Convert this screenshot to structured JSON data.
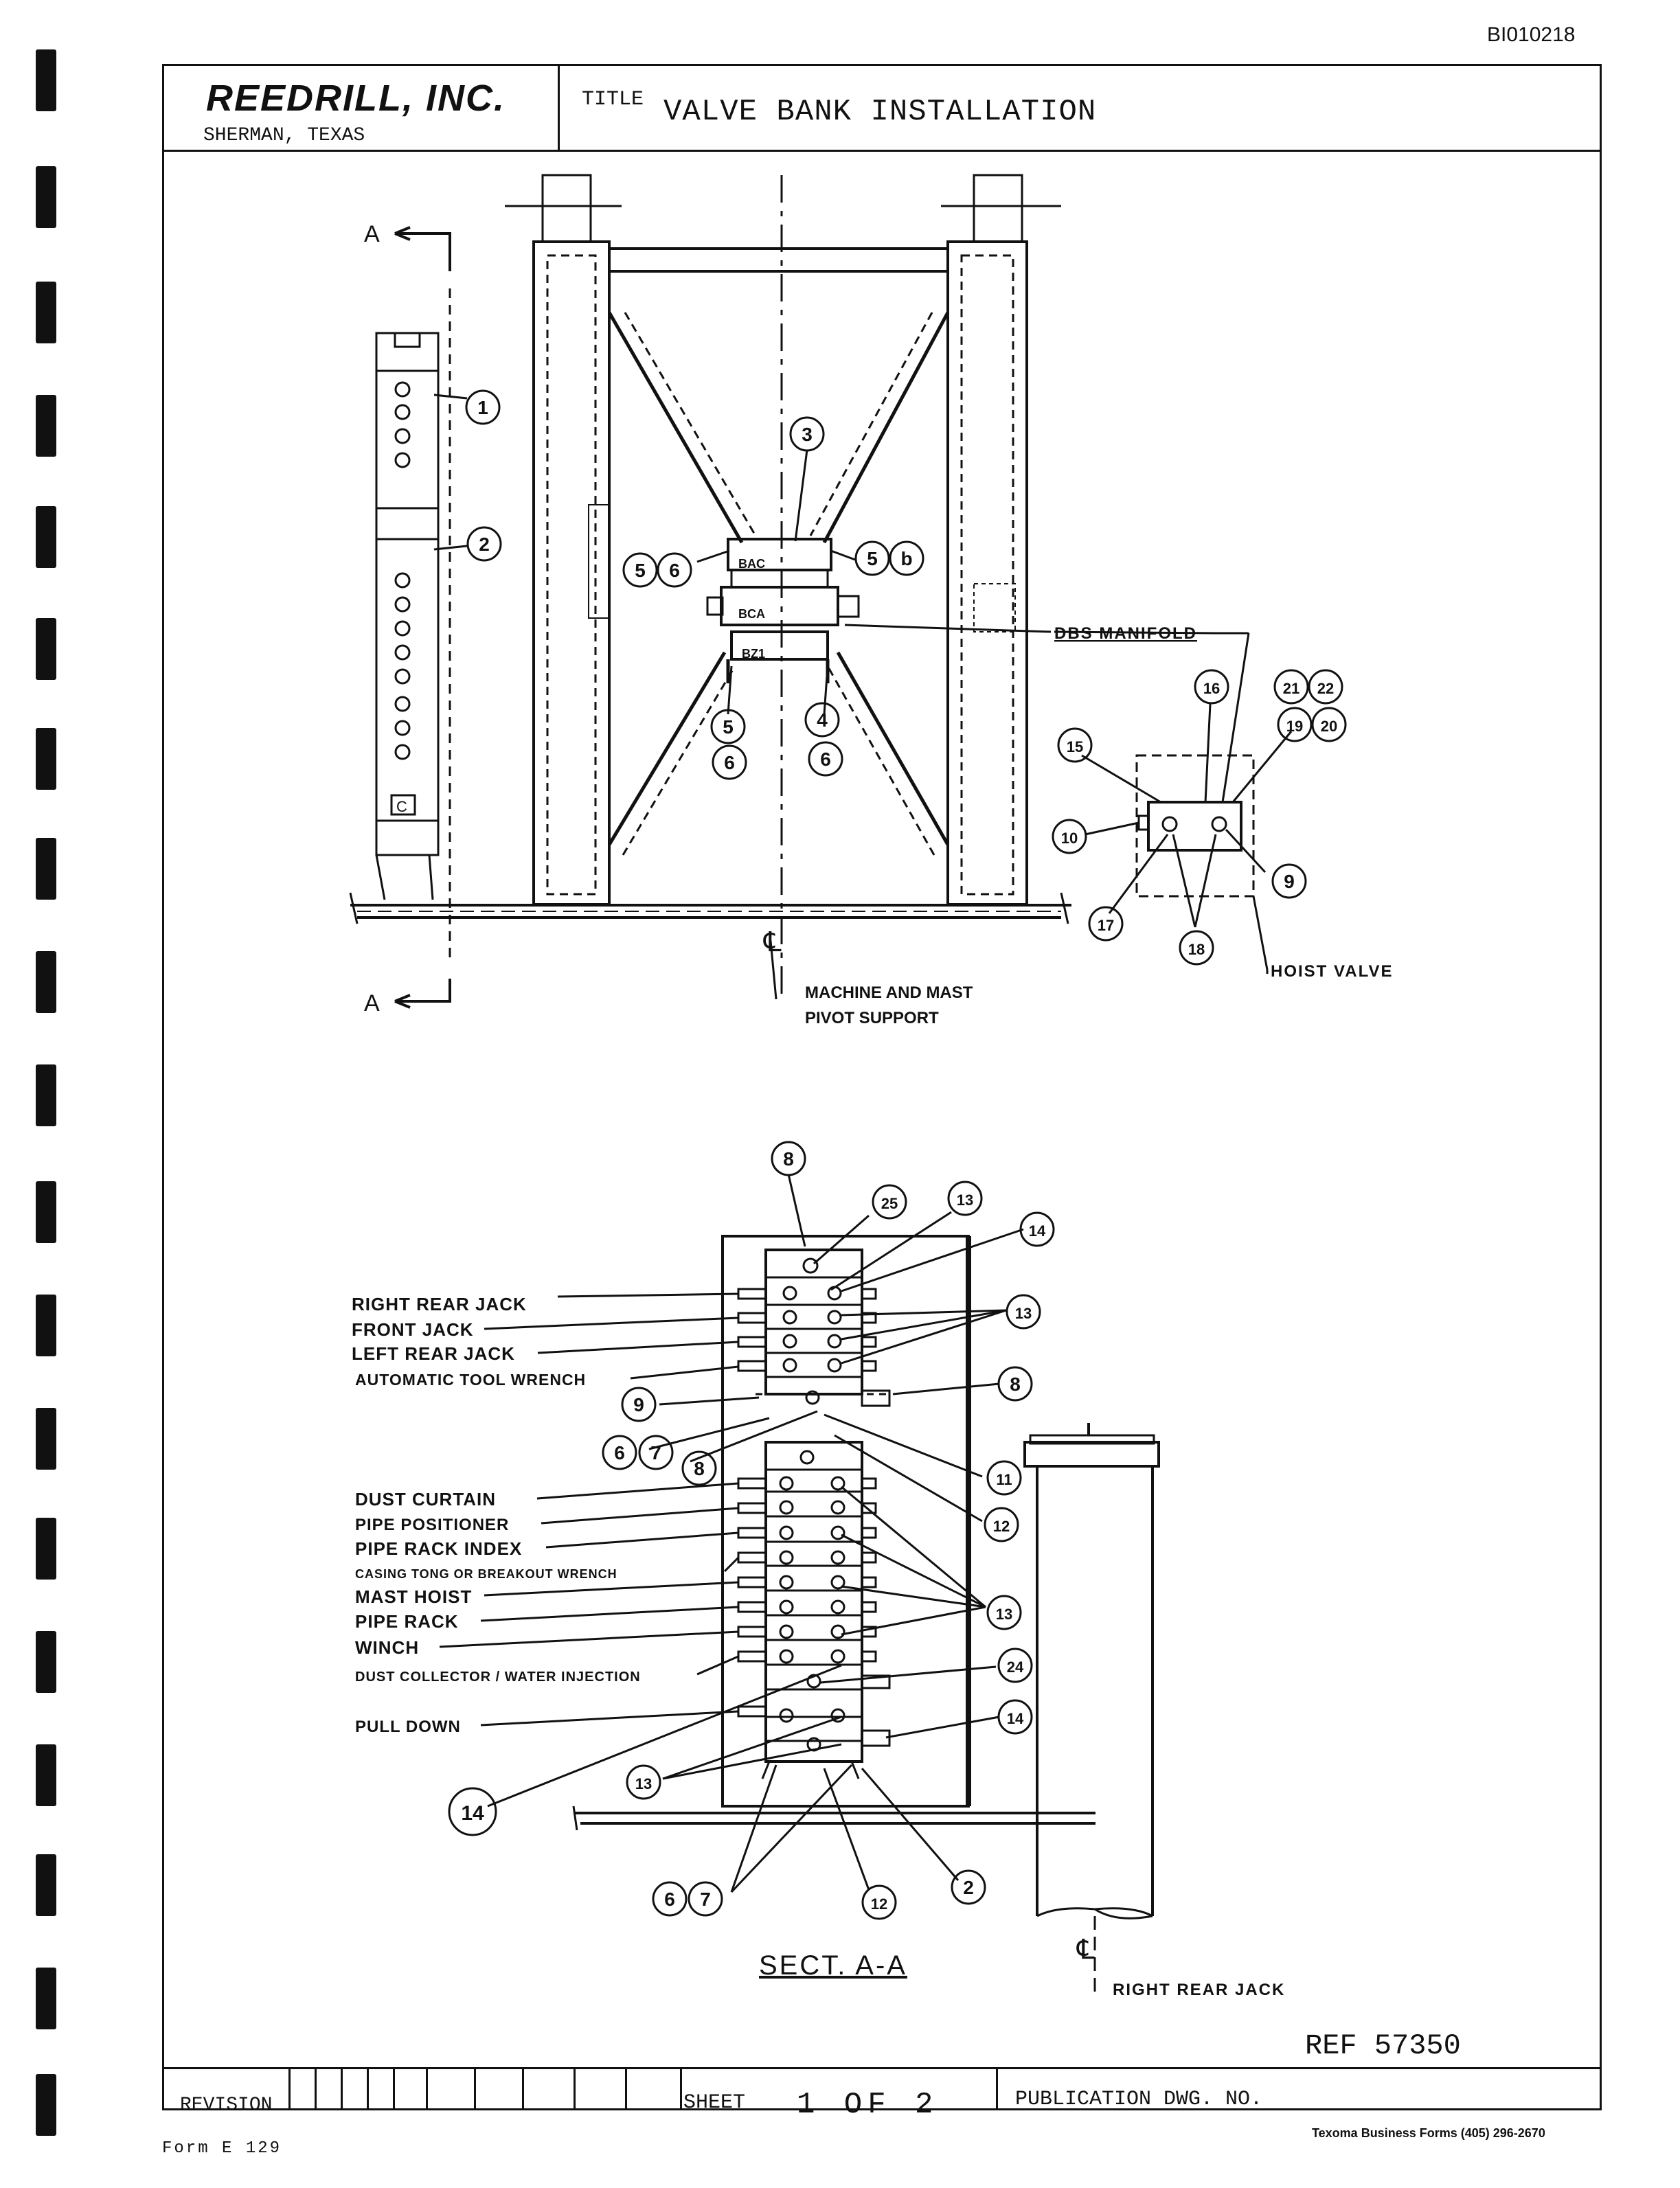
{
  "document_id": "BI010218",
  "title_block": {
    "company": "REEDRILL, INC.",
    "location": "SHERMAN, TEXAS",
    "title_label": "TITLE",
    "title": "VALVE BANK INSTALLATION"
  },
  "upper_view": {
    "section_marks": [
      "A",
      "A"
    ],
    "balloons_left": [
      "1",
      "2"
    ],
    "balloons_center": [
      "3",
      "5",
      "6",
      "5",
      "b",
      "5",
      "6",
      "4",
      "6"
    ],
    "block_labels": [
      "BAC",
      "BCA",
      "BZ1"
    ],
    "manifold_label": "DBS MANIFOLD",
    "hoist_valve_balloons": [
      "16",
      "21",
      "22",
      "19",
      "20",
      "15",
      "10",
      "9",
      "17",
      "18"
    ],
    "hoist_valve_label": "HOIST VALVE",
    "centerline_mark": "℄",
    "pivot_label_line1": "MACHINE AND MAST",
    "pivot_label_line2": "PIVOT SUPPORT",
    "valve_c_mark": "C"
  },
  "section_view": {
    "upper_bank_labels": [
      "RIGHT REAR JACK",
      "FRONT JACK",
      "LEFT REAR JACK",
      "AUTOMATIC TOOL WRENCH"
    ],
    "lower_bank_labels": [
      "DUST CURTAIN",
      "PIPE POSITIONER",
      "PIPE RACK INDEX",
      "CASING TONG OR BREAKOUT WRENCH",
      "MAST HOIST",
      "PIPE RACK",
      "WINCH",
      "DUST COLLECTOR / WATER INJECTION",
      "PULL DOWN"
    ],
    "balloons": [
      "8",
      "25",
      "13",
      "14",
      "13",
      "8",
      "9",
      "6",
      "7",
      "8",
      "11",
      "12",
      "13",
      "24",
      "14",
      "14",
      "13",
      "6",
      "7",
      "12",
      "2"
    ],
    "section_title": "SECT. A-A",
    "centerline_mark": "℄",
    "jack_label": "RIGHT REAR JACK"
  },
  "footer": {
    "ref": "REF 57350",
    "revision_label": "REVISION",
    "sheet_label": "SHEET",
    "sheet_value": "1 OF 2",
    "publication_label": "PUBLICATION DWG. NO.",
    "form_label": "Form E 129",
    "printer": "Texoma Business Forms (405) 296-2670"
  }
}
